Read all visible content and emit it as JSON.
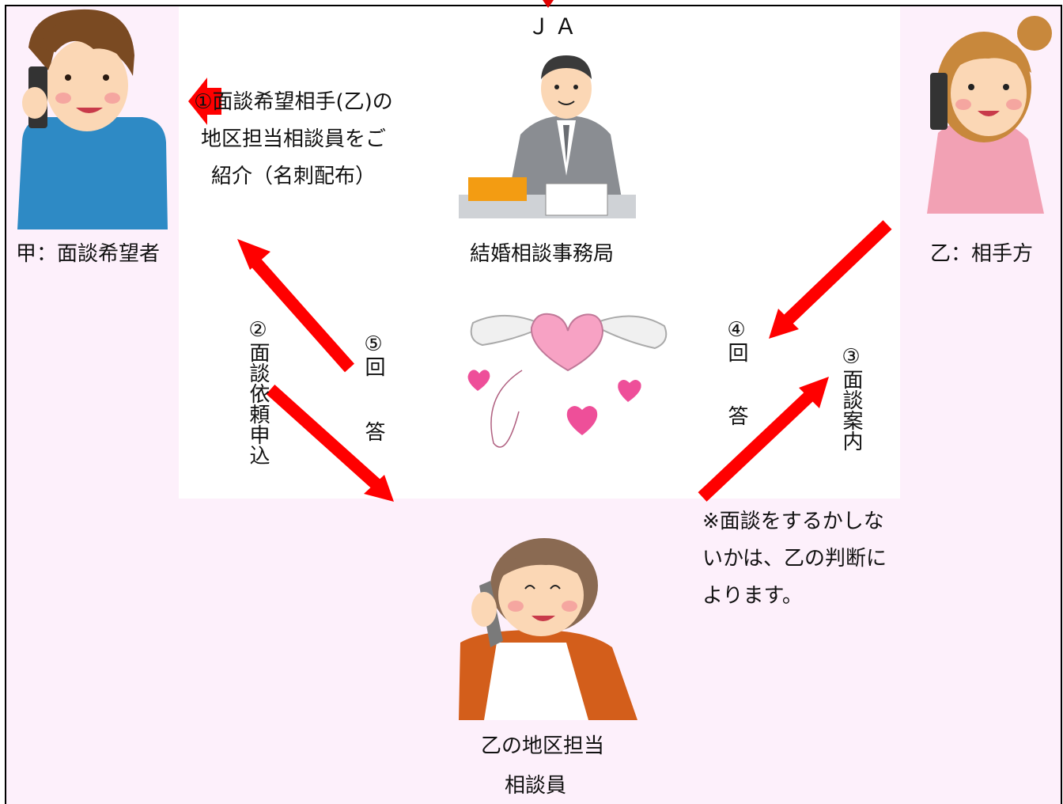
{
  "header": {
    "org": "ＪＡ"
  },
  "nodes": {
    "applicant": "甲：面談希望者",
    "office": "結婚相談事務局",
    "partner": "乙：相手方",
    "counselor_line1": "乙の地区担当",
    "counselor_line2": "相談員"
  },
  "steps": {
    "step1": "①面談希望相手(乙)の地区担当相談員をご紹介（名刺配布）",
    "step2": "②面談依頼申込",
    "step3": "③面談案内",
    "step4a": "④回",
    "step4b": "答",
    "step5a": "⑤回",
    "step5b": "答"
  },
  "note": "※面談をするかしないかは、乙の判断によります。",
  "colors": {
    "arrow": "#ff0000",
    "background": "#fdf0fb",
    "panel": "#ffffff"
  },
  "icons": [
    "man-phone-icon",
    "office-worker-icon",
    "woman-phone-icon",
    "counselor-phone-icon",
    "winged-heart-icon"
  ]
}
